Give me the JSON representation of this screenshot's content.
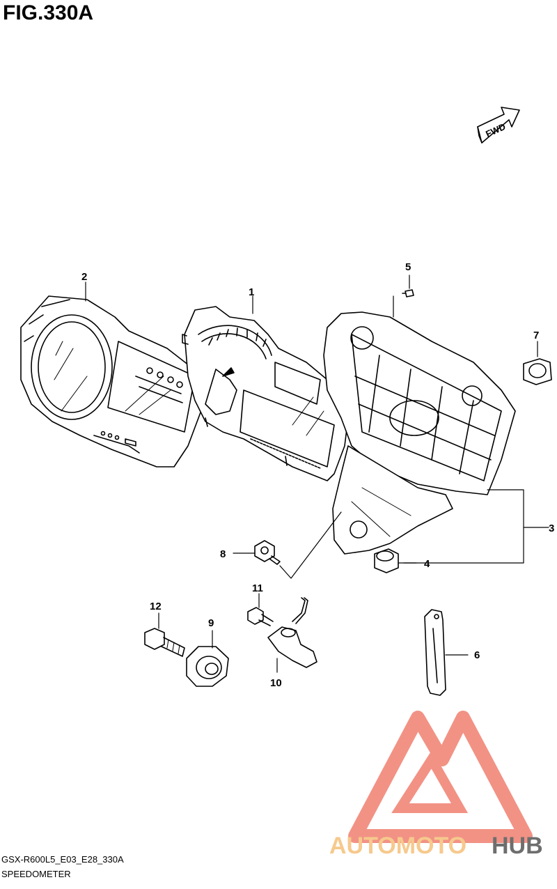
{
  "figure": {
    "title": "FIG.330A",
    "fwd_label": "FWD"
  },
  "callouts": [
    "1",
    "2",
    "3",
    "4",
    "5",
    "6",
    "7",
    "8",
    "9",
    "10",
    "11",
    "12"
  ],
  "footer": {
    "model_code": "GSX-R600L5_E03_E28_330A",
    "section_name": "SPEEDOMETER"
  },
  "watermark": {
    "part1": "AUTOMOTO",
    "part2": "HUB",
    "color_primary": "#f08070",
    "color_secondary": "#f5c07a",
    "color_dark": "#555555"
  }
}
